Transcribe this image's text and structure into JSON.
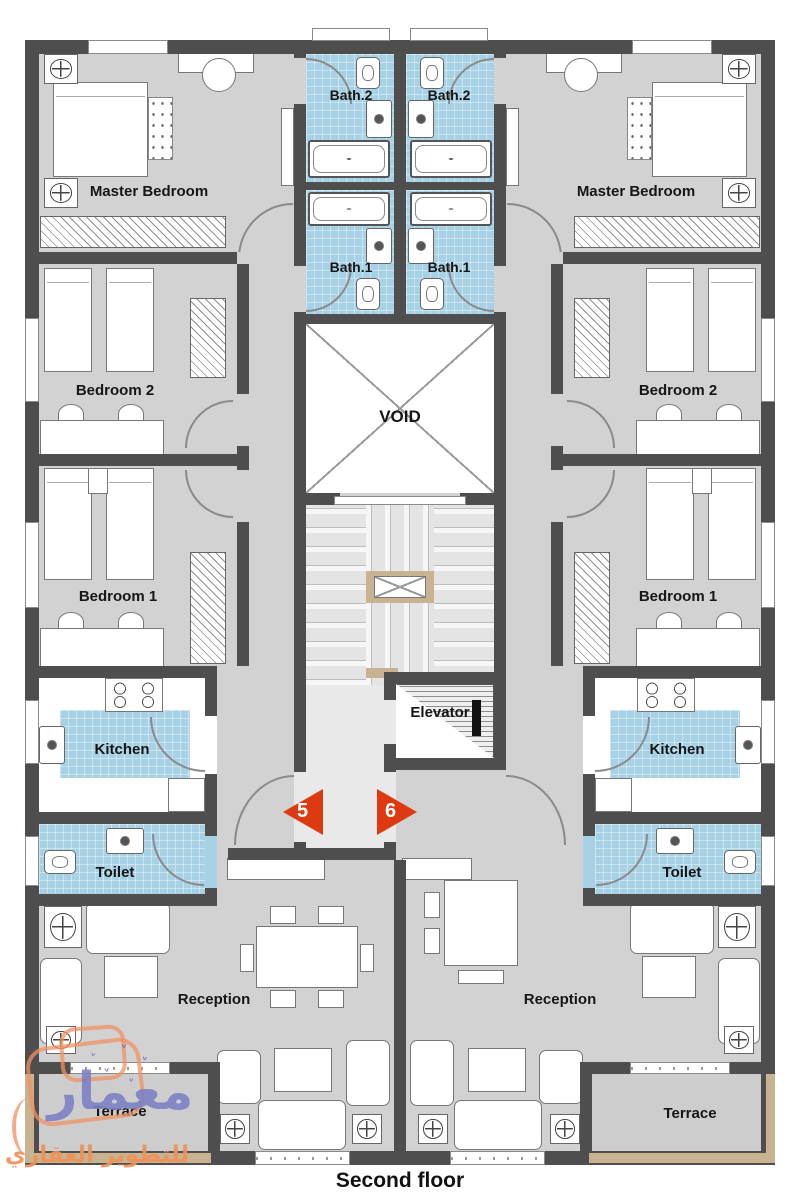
{
  "caption": "Second floor",
  "core": {
    "void": "VOID",
    "elevator": "Elevator",
    "door_left": "5",
    "door_right": "6"
  },
  "units": {
    "left": {
      "master_bedroom": "Master Bedroom",
      "bath2": "Bath.2",
      "bath1": "Bath.1",
      "bedroom2": "Bedroom 2",
      "bedroom1": "Bedroom 1",
      "kitchen": "Kitchen",
      "toilet": "Toilet",
      "reception": "Reception",
      "terrace": "Terrace"
    },
    "right": {
      "master_bedroom": "Master Bedroom",
      "bath2": "Bath.2",
      "bath1": "Bath.1",
      "bedroom2": "Bedroom 2",
      "bedroom1": "Bedroom 1",
      "kitchen": "Kitchen",
      "toilet": "Toilet",
      "reception": "Reception",
      "terrace": "Terrace"
    }
  },
  "watermark": {
    "brand_ar": "معمار",
    "tagline_ar": "للتطوير العقاري"
  },
  "palette": {
    "wall": "#4e4e4e",
    "floor": "#d2d2d2",
    "wet_room_tile": "#a7d1e5",
    "stair_floor": "#e2e2e2",
    "landing_wood": "#c9b291",
    "door_marker_red": "#dd3a12",
    "terrace_edge_beige": "#c9b28f",
    "watermark_purple": "#7b7fc3",
    "watermark_orange": "#ef9157"
  }
}
